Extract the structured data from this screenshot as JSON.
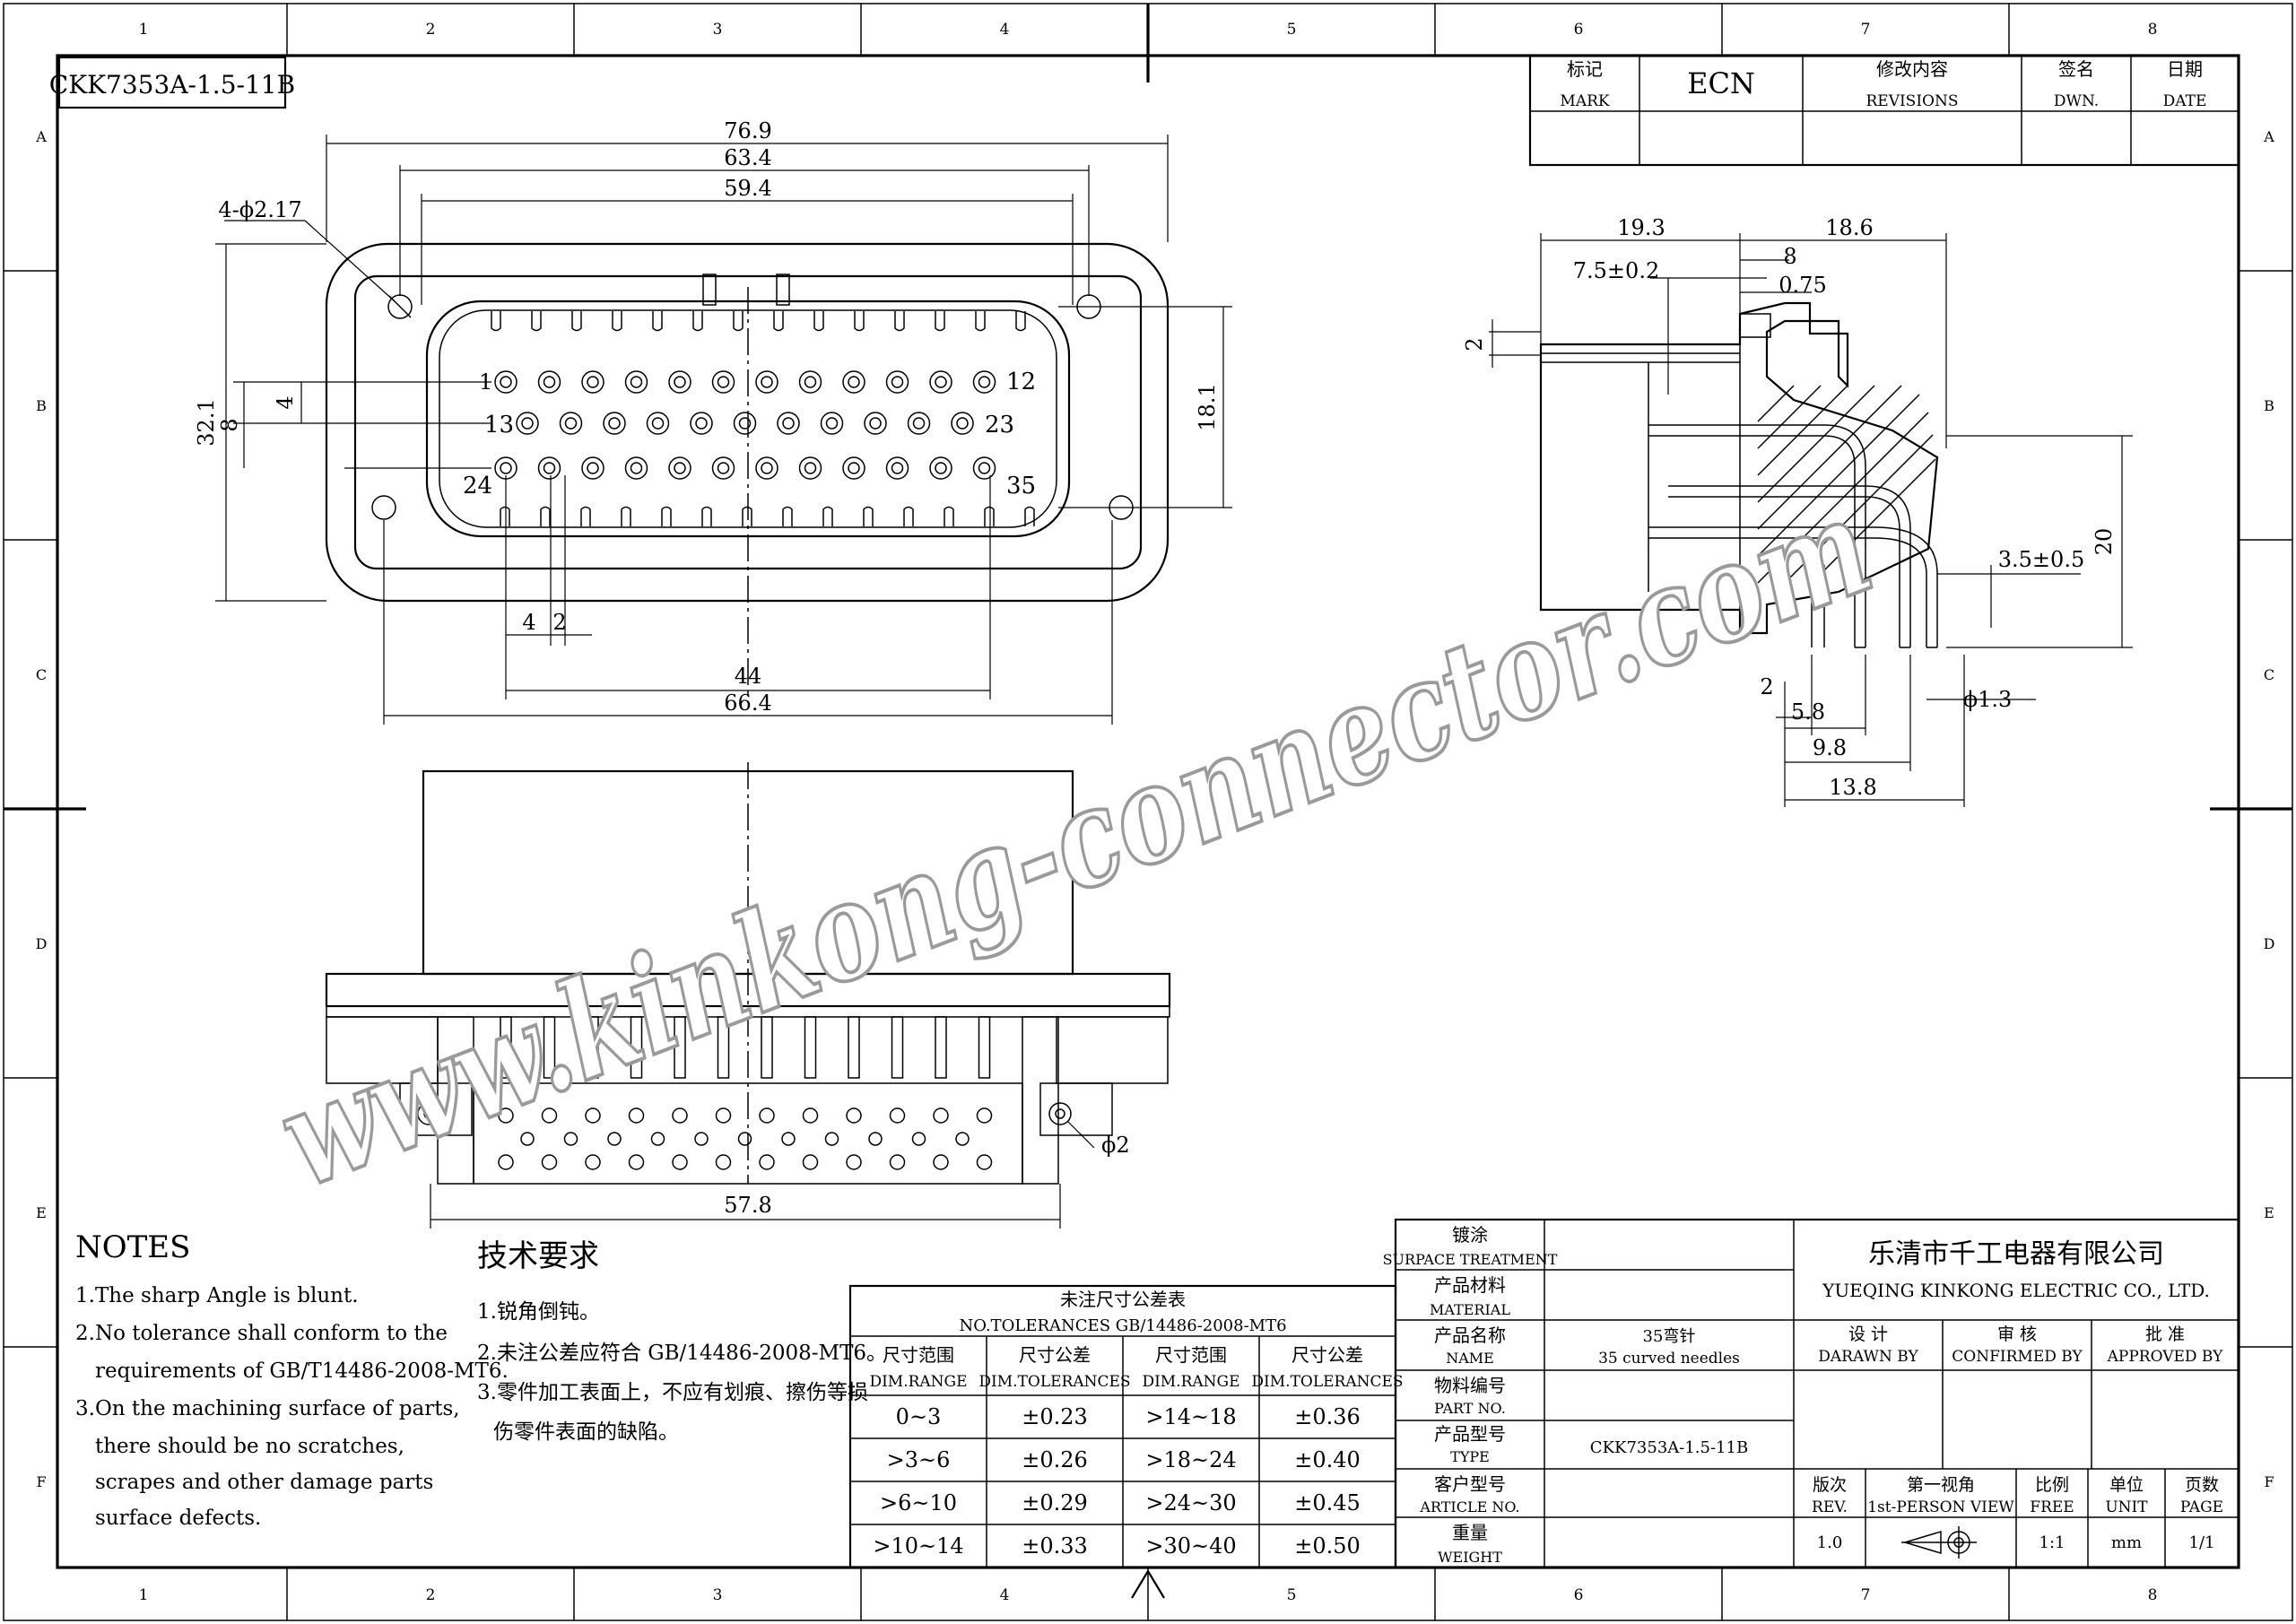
{
  "drawing_title": "CKK7353A-1.5-11B",
  "grid": {
    "columns": [
      "1",
      "2",
      "3",
      "4",
      "5",
      "6",
      "7",
      "8"
    ],
    "rows": [
      "A",
      "B",
      "C",
      "D",
      "E",
      "F"
    ]
  },
  "revisions": {
    "mark_cn": "标记",
    "mark_en": "MARK",
    "ecn": "ECN",
    "rev_cn": "修改内容",
    "rev_en": "REVISIONS",
    "dwn_cn": "签名",
    "dwn_en": "DWN.",
    "date_cn": "日期",
    "date_en": "DATE"
  },
  "front_view": {
    "dims": [
      "76.9",
      "63.4",
      "59.4",
      "4-ϕ2.17",
      "32.1",
      "8",
      "4",
      "18.1",
      "4",
      "2",
      "44",
      "66.4"
    ],
    "pin_labels": [
      "1",
      "12",
      "13",
      "23",
      "24",
      "35"
    ]
  },
  "side_view": {
    "dims": [
      "19.3",
      "18.6",
      "7.5±0.2",
      "8",
      "0.75",
      "2",
      "20",
      "3.5±0.5",
      "2",
      "5.8",
      "9.8",
      "13.8",
      "ϕ1.3"
    ]
  },
  "bottom_view": {
    "dims": [
      "ϕ2",
      "57.8"
    ]
  },
  "watermark": "www.kinkong-connector.com",
  "notes_en": {
    "title": "NOTES",
    "lines": [
      "1.The sharp Angle is blunt.",
      "2.No tolerance shall conform to the",
      "requirements of GB/T14486-2008-MT6.",
      "3.On the machining surface of parts,",
      "there should be no scratches,",
      "scrapes and other damage parts",
      "surface defects."
    ]
  },
  "notes_cn": {
    "title": "技术要求",
    "lines": [
      "1.锐角倒钝。",
      "2.未注公差应符合 GB/14486-2008-MT6。",
      "3.零件加工表面上，不应有划痕、擦伤等损",
      "伤零件表面的缺陷。"
    ]
  },
  "tolerance_table": {
    "title_cn": "未注尺寸公差表",
    "title_en": "NO.TOLERANCES GB/14486-2008-MT6",
    "headers": [
      {
        "cn": "尺寸范围",
        "en": "DIM.RANGE"
      },
      {
        "cn": "尺寸公差",
        "en": "DIM.TOLERANCES"
      },
      {
        "cn": "尺寸范围",
        "en": "DIM.RANGE"
      },
      {
        "cn": "尺寸公差",
        "en": "DIM.TOLERANCES"
      }
    ],
    "rows": [
      [
        "0~3",
        "±0.23",
        ">14~18",
        "±0.36"
      ],
      [
        ">3~6",
        "±0.26",
        ">18~24",
        "±0.40"
      ],
      [
        ">6~10",
        "±0.29",
        ">24~30",
        "±0.45"
      ],
      [
        ">10~14",
        "±0.33",
        ">30~40",
        "±0.50"
      ]
    ]
  },
  "title_block": {
    "surface_cn": "镀涂",
    "surface_en": "SURPACE TREATMENT",
    "material_cn": "产品材料",
    "material_en": "MATERIAL",
    "name_cn": "产品名称",
    "name_en": "NAME",
    "name_value_cn": "35弯针",
    "name_value_en": "35 curved needles",
    "partno_cn": "物料编号",
    "partno_en": "PART NO.",
    "type_cn": "产品型号",
    "type_en": "TYPE",
    "type_value": "CKK7353A-1.5-11B",
    "article_cn": "客户型号",
    "article_en": "ARTICLE NO.",
    "weight_cn": "重量",
    "weight_en": "WEIGHT",
    "company_cn": "乐清市千工电器有限公司",
    "company_en": "YUEQING KINKONG ELECTRIC CO., LTD.",
    "design_cn": "设 计",
    "design_en": "DARAWN BY",
    "confirm_cn": "审 核",
    "confirm_en": "CONFIRMED BY",
    "approve_cn": "批 准",
    "approve_en": "APPROVED BY",
    "rev_cn": "版次",
    "rev_en": "REV.",
    "rev_value": "1.0",
    "view_cn": "第一视角",
    "view_en": "1st-PERSON VIEW",
    "scale_cn": "比例",
    "scale_en": "FREE",
    "scale_value": "1:1",
    "unit_cn": "单位",
    "unit_en": "UNIT",
    "unit_value": "mm",
    "page_cn": "页数",
    "page_en": "PAGE",
    "page_value": "1/1"
  }
}
